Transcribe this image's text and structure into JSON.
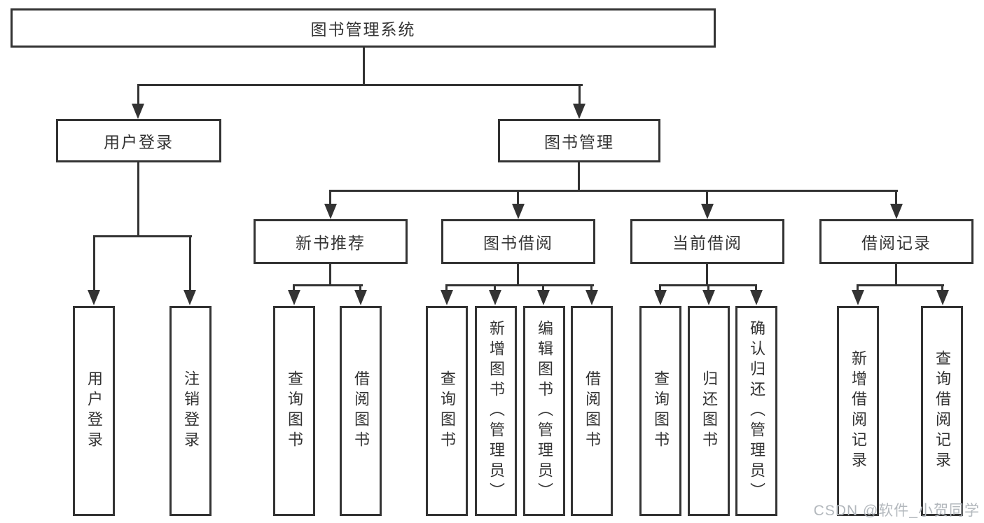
{
  "tree": {
    "root": "图书管理系统",
    "login_branch": {
      "label": "用户登录",
      "children": [
        "用户登录",
        "注销登录"
      ]
    },
    "mgmt_branch": {
      "label": "图书管理",
      "modules": [
        {
          "label": "新书推荐",
          "children": [
            "查询图书",
            "借阅图书"
          ]
        },
        {
          "label": "图书借阅",
          "children": [
            "查询图书",
            "新增图书（管理员）",
            "编辑图书（管理员）",
            "借阅图书"
          ]
        },
        {
          "label": "当前借阅",
          "children": [
            "查询图书",
            "归还图书",
            "确认归还（管理员）"
          ]
        },
        {
          "label": "借阅记录",
          "children": [
            "新增借阅记录",
            "查询借阅记录"
          ]
        }
      ]
    }
  },
  "watermark": {
    "text": "CSDN @软件_小贺同学"
  },
  "colors": {
    "line": "#333333",
    "text": "#333333",
    "watermark": "#b3b8bd",
    "background": "#ffffff"
  }
}
